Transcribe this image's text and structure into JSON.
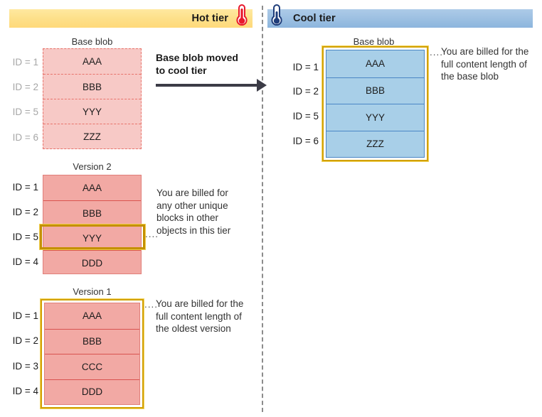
{
  "tiers": {
    "hot": {
      "label": "Hot tier",
      "icon": "thermometer-hot-icon",
      "color": "#ffd97a"
    },
    "cool": {
      "label": "Cool tier",
      "icon": "thermometer-cool-icon",
      "color": "#9dc0e2"
    }
  },
  "transition": {
    "caption": "Base blob moved\nto cool tier",
    "icon": "right-arrow-icon"
  },
  "hot_tier": {
    "base_blob": {
      "title": "Base blob",
      "style": "dashed-faded",
      "rows": [
        {
          "id_label": "ID = 1",
          "block": "AAA"
        },
        {
          "id_label": "ID = 2",
          "block": "BBB"
        },
        {
          "id_label": "ID = 5",
          "block": "YYY"
        },
        {
          "id_label": "ID = 6",
          "block": "ZZZ"
        }
      ]
    },
    "version_2": {
      "title": "Version 2",
      "style": "solid-pink",
      "rows": [
        {
          "id_label": "ID = 1",
          "block": "AAA"
        },
        {
          "id_label": "ID = 2",
          "block": "BBB"
        },
        {
          "id_label": "ID = 5",
          "block": "YYY"
        },
        {
          "id_label": "ID = 4",
          "block": "DDD"
        }
      ],
      "highlight_row_index": 2,
      "note": "You are billed for\nany other unique\nblocks in other\nobjects in this tier"
    },
    "version_1": {
      "title": "Version 1",
      "style": "solid-pink",
      "highlight": "full-block",
      "rows": [
        {
          "id_label": "ID = 1",
          "block": "AAA"
        },
        {
          "id_label": "ID = 2",
          "block": "BBB"
        },
        {
          "id_label": "ID = 3",
          "block": "CCC"
        },
        {
          "id_label": "ID = 4",
          "block": "DDD"
        }
      ],
      "note": "You are billed for the\nfull content length of\nthe oldest version"
    }
  },
  "cool_tier": {
    "base_blob": {
      "title": "Base blob",
      "style": "solid-blue",
      "highlight": "full-block",
      "rows": [
        {
          "id_label": "ID = 1",
          "block": "AAA"
        },
        {
          "id_label": "ID = 2",
          "block": "BBB"
        },
        {
          "id_label": "ID = 5",
          "block": "YYY"
        },
        {
          "id_label": "ID = 6",
          "block": "ZZZ"
        }
      ],
      "note": "You are billed for the\nfull content length of\nthe base blob"
    }
  },
  "colors": {
    "hot_bar": "#ffd97a",
    "cool_bar": "#9dc0e2",
    "pink_fill": "#f2a9a4",
    "pink_faded_fill": "#f7c9c6",
    "blue_fill": "#a8cfe8",
    "gold_border": "#c49000",
    "arrow": "#3b3b46"
  },
  "dots": "...."
}
